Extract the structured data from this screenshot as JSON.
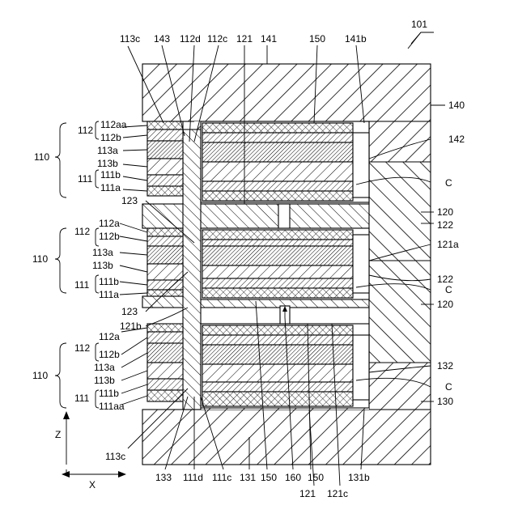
{
  "figure_ref": "101",
  "axes": {
    "z": "Z",
    "x": "X"
  },
  "labels": {
    "l113c_t": "113c",
    "l143": "143",
    "l112d": "112d",
    "l112c": "112c",
    "l121_t": "121",
    "l141": "141",
    "l150_t": "150",
    "l141b": "141b",
    "l140": "140",
    "l142": "142",
    "l112_1": "112",
    "l112aa": "112aa",
    "l112b_1": "112b",
    "l110_1": "110",
    "l113a_1": "113a",
    "l113b_1": "113b",
    "l111_1": "111",
    "l111b_1": "111b",
    "l111a_1": "111a",
    "lC1": "C",
    "l123_1": "123",
    "l120_1": "120",
    "l122_1": "122",
    "l112_2": "112",
    "l112a_2": "112a",
    "l112b_2": "112b",
    "l110_2": "110",
    "l113a_2": "113a",
    "l113b_2": "113b",
    "l111_2": "111",
    "l111b_2": "111b",
    "l111a_2": "111a",
    "l121a": "121a",
    "l122_2": "122",
    "lC2": "C",
    "l123_2": "123",
    "l121b": "121b",
    "l120_2": "120",
    "l112_3": "112",
    "l112a_3": "112a",
    "l112b_3": "112b",
    "l110_3": "110",
    "l113a_3": "113a",
    "l113b_3": "113b",
    "l111_3": "111",
    "l111b_3": "111b",
    "l111aa": "111aa",
    "l132": "132",
    "lC3": "C",
    "l130": "130",
    "l113c_b": "113c",
    "l133": "133",
    "l111d": "111d",
    "l111c": "111c",
    "l131": "131",
    "l150_b1": "150",
    "l160": "160",
    "l150_b2": "150",
    "l121_b": "121",
    "l121c": "121c",
    "l131b": "131b"
  },
  "colors": {
    "ink": "#000000",
    "paper": "#ffffff"
  }
}
